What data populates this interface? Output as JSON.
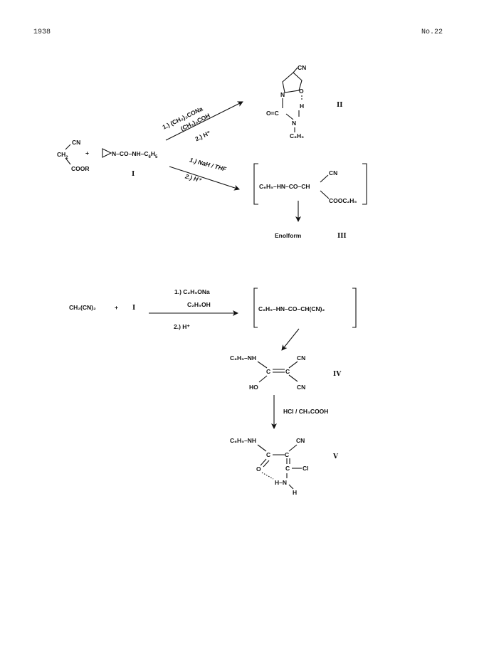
{
  "header": {
    "page_number": "1938",
    "issue": "No.22"
  },
  "scheme1": {
    "cyano_ester": {
      "cn": "CN",
      "ch2": "CH",
      "ch2_sub": "2",
      "coor": "COOR"
    },
    "plus": "+",
    "aziridine_urea": {
      "text": "N–CO–NH–C",
      "sub6": "6",
      "h": "H",
      "sub5": "5"
    },
    "label_I": "I",
    "upper_arrow": {
      "step1": "1.) (CH₃)₃CONa",
      "step1b": "(CH₃)₃COH",
      "step2": "2.) H⁺"
    },
    "lower_arrow": {
      "step1": "1.) NaH / THF",
      "step2": "2.) H⁺"
    },
    "product_II": {
      "cn": "CN",
      "n_ring": "N",
      "o_ring": "O",
      "h_bond": "H",
      "o_carbonyl": "O=C",
      "n_amide": "N",
      "c6h5": "C₆H₅",
      "label": "II"
    },
    "intermediate": {
      "left": "C₆H₅–HN–CO–CH",
      "cn": "CN",
      "cooet": "COOC₂H₅"
    },
    "product_III": {
      "text": "Enolform",
      "label": "III"
    }
  },
  "scheme2": {
    "malononitrile": "CH₂(CN)₂",
    "plus": "+",
    "reagent_I": "I",
    "arrow": {
      "step1": "1.) C₂H₅ONa",
      "step1b": "C₂H₅OH",
      "step2": "2.) H⁺"
    },
    "intermediate": "C₆H₅–HN–CO–CH(CN)₂",
    "product_IV": {
      "nh": "C₆H₅–NH",
      "cn_top": "CN",
      "cn_bottom": "CN",
      "c_left": "C",
      "c_right": "C",
      "ho": "HO",
      "label": "IV"
    },
    "reagent_acid": "HCl / CH₃COOH",
    "product_V": {
      "nh": "C₆H₅–NH",
      "cn": "CN",
      "c_left": "C",
      "c_right": "C",
      "c_cl": "C",
      "cl": "Cl",
      "o": "O",
      "hn": "H–N",
      "h": "H",
      "label": "V"
    }
  }
}
